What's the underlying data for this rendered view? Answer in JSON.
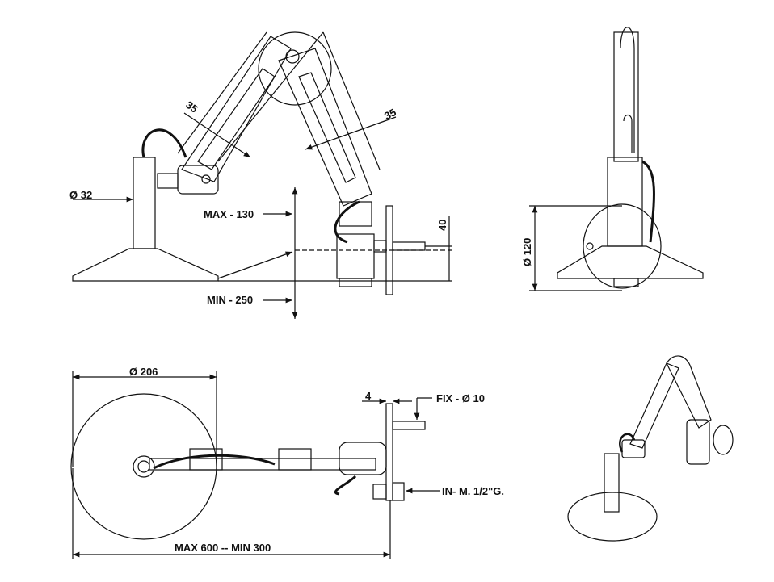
{
  "labels": {
    "arm_width_left": "35",
    "arm_width_right": "35",
    "column_diameter": "Ø 32",
    "max_height": "MAX - 130",
    "min_height": "MIN - 250",
    "nozzle_offset": "40",
    "side_diameter": "Ø 120",
    "base_diameter": "Ø 206",
    "plate_thickness": "4",
    "fixing": "FIX - Ø 10",
    "inlet": "IN- M. 1/2\"G.",
    "reach": "MAX 600 -- MIN 300"
  }
}
